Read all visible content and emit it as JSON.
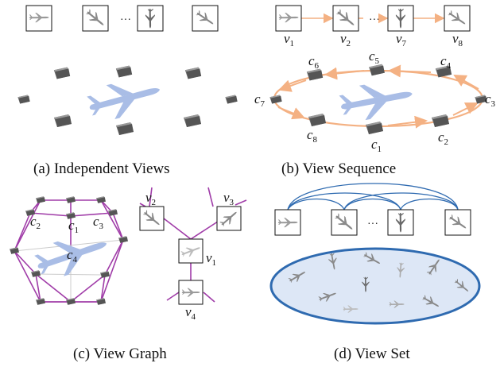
{
  "panels": {
    "a": {
      "caption": "(a) Independent Views"
    },
    "b": {
      "caption": "(b) View Sequence"
    },
    "c": {
      "caption": "(c) View Graph"
    },
    "d": {
      "caption": "(d) View Set"
    }
  },
  "ellipsis": "···",
  "view_labels": {
    "b": [
      {
        "base": "v",
        "sub": "1"
      },
      {
        "base": "v",
        "sub": "2"
      },
      {
        "base": "v",
        "sub": "7"
      },
      {
        "base": "v",
        "sub": "8"
      }
    ],
    "c": [
      {
        "base": "v",
        "sub": "2"
      },
      {
        "base": "v",
        "sub": "3"
      },
      {
        "base": "v",
        "sub": "1"
      },
      {
        "base": "v",
        "sub": "4"
      }
    ]
  },
  "camera_labels": {
    "b": [
      {
        "base": "c",
        "sub": "1"
      },
      {
        "base": "c",
        "sub": "2"
      },
      {
        "base": "c",
        "sub": "3"
      },
      {
        "base": "c",
        "sub": "4"
      },
      {
        "base": "c",
        "sub": "5"
      },
      {
        "base": "c",
        "sub": "6"
      },
      {
        "base": "c",
        "sub": "7"
      },
      {
        "base": "c",
        "sub": "8"
      }
    ],
    "c": [
      {
        "base": "c",
        "sub": "2"
      },
      {
        "base": "c",
        "sub": "1"
      },
      {
        "base": "c",
        "sub": "3"
      },
      {
        "base": "c",
        "sub": "4"
      }
    ]
  },
  "colors": {
    "sequence_arrow": "#f4b183",
    "graph_edge": "#a03ca8",
    "set_link": "#2e6ab0",
    "set_ellipse_fill": "#dde7f6",
    "airplane": "#a9bde6"
  }
}
